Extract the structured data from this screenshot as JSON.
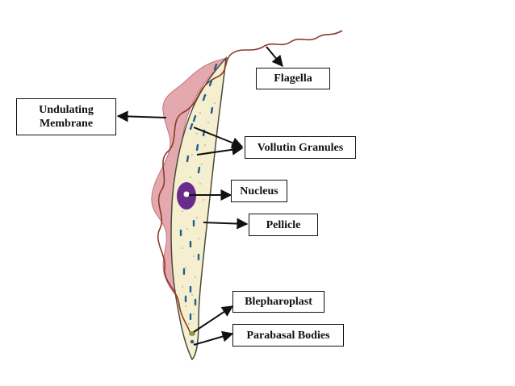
{
  "diagram": {
    "subject": "trypanosome-structure",
    "labels": {
      "flagella": "Flagella",
      "undulating_line1": "Undulating",
      "undulating_line2": "Membrane",
      "vollutin": "Vollutin Granules",
      "nucleus": "Nucleus",
      "pellicle": "Pellicle",
      "blepharoplast": "Blepharoplast",
      "parabasal": "Parabasal Bodies"
    },
    "colors": {
      "body_fill": "#f5efcf",
      "body_outline": "#4a4a3a",
      "membrane_fill": "#d98c94",
      "flagellum": "#8b3a2a",
      "granules": "#1f5f8f",
      "nucleus": "#6a2c8c",
      "arrow": "#111111"
    }
  }
}
